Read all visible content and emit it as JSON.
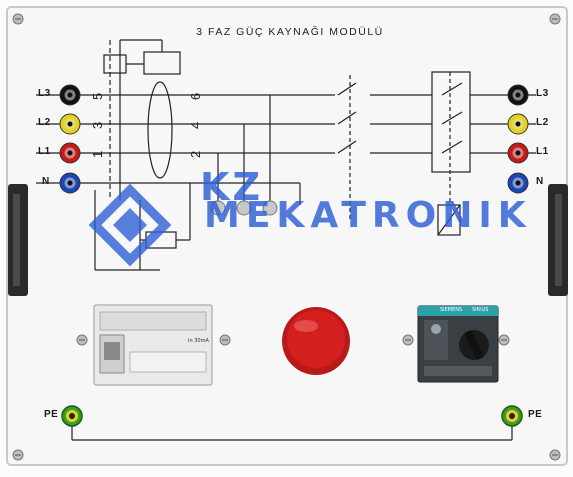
{
  "panel": {
    "title": "3 FAZ GÜÇ KAYNAĞI MODÜLÜ"
  },
  "sockets_left": [
    {
      "label": "L3",
      "color": "#111111"
    },
    {
      "label": "L2",
      "color": "#e5d21a"
    },
    {
      "label": "L1",
      "color": "#c61a1a"
    },
    {
      "label": "N",
      "color": "#1a46b8"
    }
  ],
  "sockets_right": [
    {
      "label": "L3",
      "color": "#111111"
    },
    {
      "label": "L2",
      "color": "#e5d21a"
    },
    {
      "label": "L1",
      "color": "#c61a1a"
    },
    {
      "label": "N",
      "color": "#1a46b8"
    }
  ],
  "pe_label": "PE",
  "pe_color": "#3c9b2a",
  "watermark": {
    "line1": "KZ",
    "line2": "MEKATRONIK",
    "color": "#2f5fd6"
  },
  "breaker": {
    "rating_text": "In 30mA"
  },
  "motor_switch": {
    "brand": "SIEMENS",
    "model": "SIRIUS"
  },
  "emergency_stop_color": "#d41f1f",
  "icons": [
    "banana-socket",
    "screw",
    "emergency-stop-button",
    "rotary-switch",
    "rcd-breaker",
    "coil",
    "logo-mark"
  ]
}
